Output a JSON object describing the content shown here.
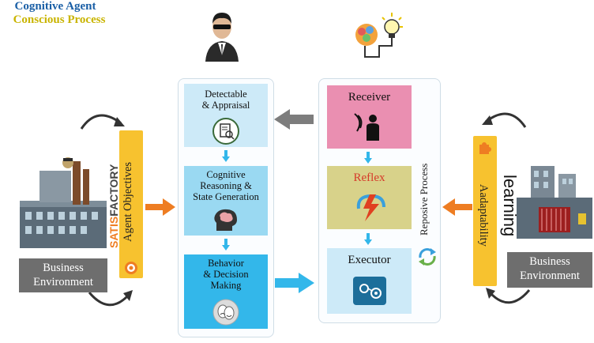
{
  "left": {
    "business_environment": "Business\nEnvironment",
    "objectives_label": "Agent Objectives",
    "brand_satis": "SATIS",
    "brand_factory": "FACTORY"
  },
  "cognitive_agent": {
    "title": "Cognitive Agent",
    "steps": [
      {
        "label": "Detectable\n& Appraisal"
      },
      {
        "label": "Cognitive\nReasoning &\nState Generation"
      },
      {
        "label": "Behavior\n& Decision\nMaking"
      }
    ]
  },
  "conscious_process": {
    "title": "Conscious Process",
    "steps": [
      {
        "label": "Receiver"
      },
      {
        "label": "Reflex"
      },
      {
        "label": "Executor"
      }
    ],
    "side_label": "Reposive Process"
  },
  "right": {
    "adaptability_label": "Aadaptability",
    "learning_label": "learning",
    "business_environment": "Business\nEnvironment"
  },
  "colors": {
    "agent_title": "#1a5fa6",
    "conscious_title": "#c9b400",
    "step1": "#cdeaf8",
    "step2": "#9ad9f2",
    "step3": "#33b7ea",
    "receiver": "#ea8fb1",
    "reflex": "#d8d28a",
    "executor": "#cdeaf8",
    "vertical_bar": "#f7c22f",
    "orange_arrow": "#ee7d22",
    "grey_arrow": "#7d7d7d",
    "blue_arrow": "#33b7ea"
  }
}
